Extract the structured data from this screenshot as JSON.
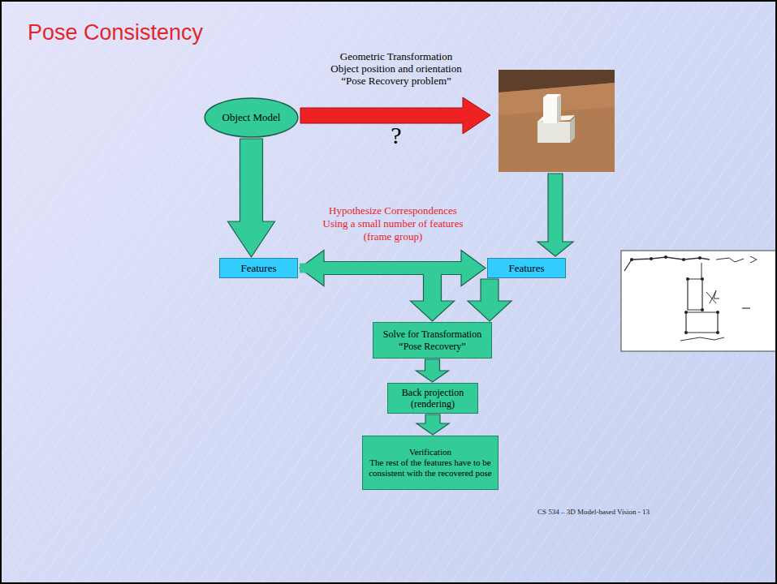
{
  "diagram": {
    "title": "Pose Consistency",
    "nodes": [
      {
        "text": [
          "Object Model"
        ]
      },
      {
        "text": [
          "Features"
        ]
      },
      {
        "text": [
          "Features"
        ]
      },
      {
        "text": [
          "Solve for Transformation “Pose Recovery”"
        ]
      },
      {
        "text": [
          "Back projection (rendering)"
        ]
      },
      {
        "text": [
          "Verification",
          "The rest of the features have to be consistent with the recovered pose"
        ]
      }
    ],
    "edges": [
      {
        "from": 0,
        "to": 1,
        "arrow": "to"
      },
      {
        "from": 1,
        "to": 2,
        "arrow": "both"
      },
      {
        "from": 1,
        "to": 3,
        "arrow": "to"
      },
      {
        "from": 2,
        "to": 3,
        "arrow": "to"
      },
      {
        "from": 3,
        "to": 4,
        "arrow": "to"
      },
      {
        "from": 4,
        "to": 5,
        "arrow": "to"
      }
    ],
    "labels": [
      "Geometric Transformation",
      "Object position and orientation",
      "“Pose Recovery problem”",
      "?",
      "Hypothesize Correspondences",
      "Using a small number of features",
      "(frame group)",
      "CS 534 – 3D Model-based Vision - 13"
    ]
  }
}
